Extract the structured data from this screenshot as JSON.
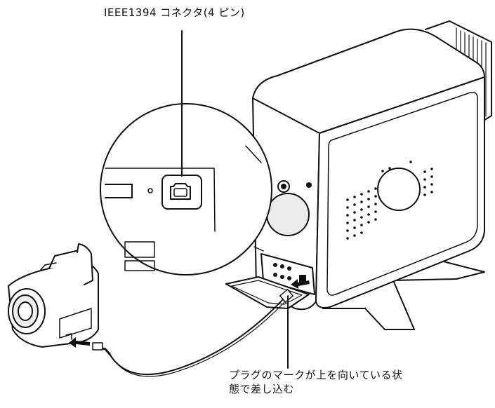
{
  "callouts": {
    "connector_label": "IEEE1394 コネクタ(4 ピン)",
    "instruction_line1": "プラグのマークが上を向いている状",
    "instruction_line2": "態で差し込む"
  },
  "icons": [
    "ieee1394-port-icon",
    "insertion-arrow-icon"
  ],
  "colors": {
    "line": "#111111",
    "fill": "#ffffff",
    "shade": "#e6e6e6",
    "dark": "#222222"
  }
}
